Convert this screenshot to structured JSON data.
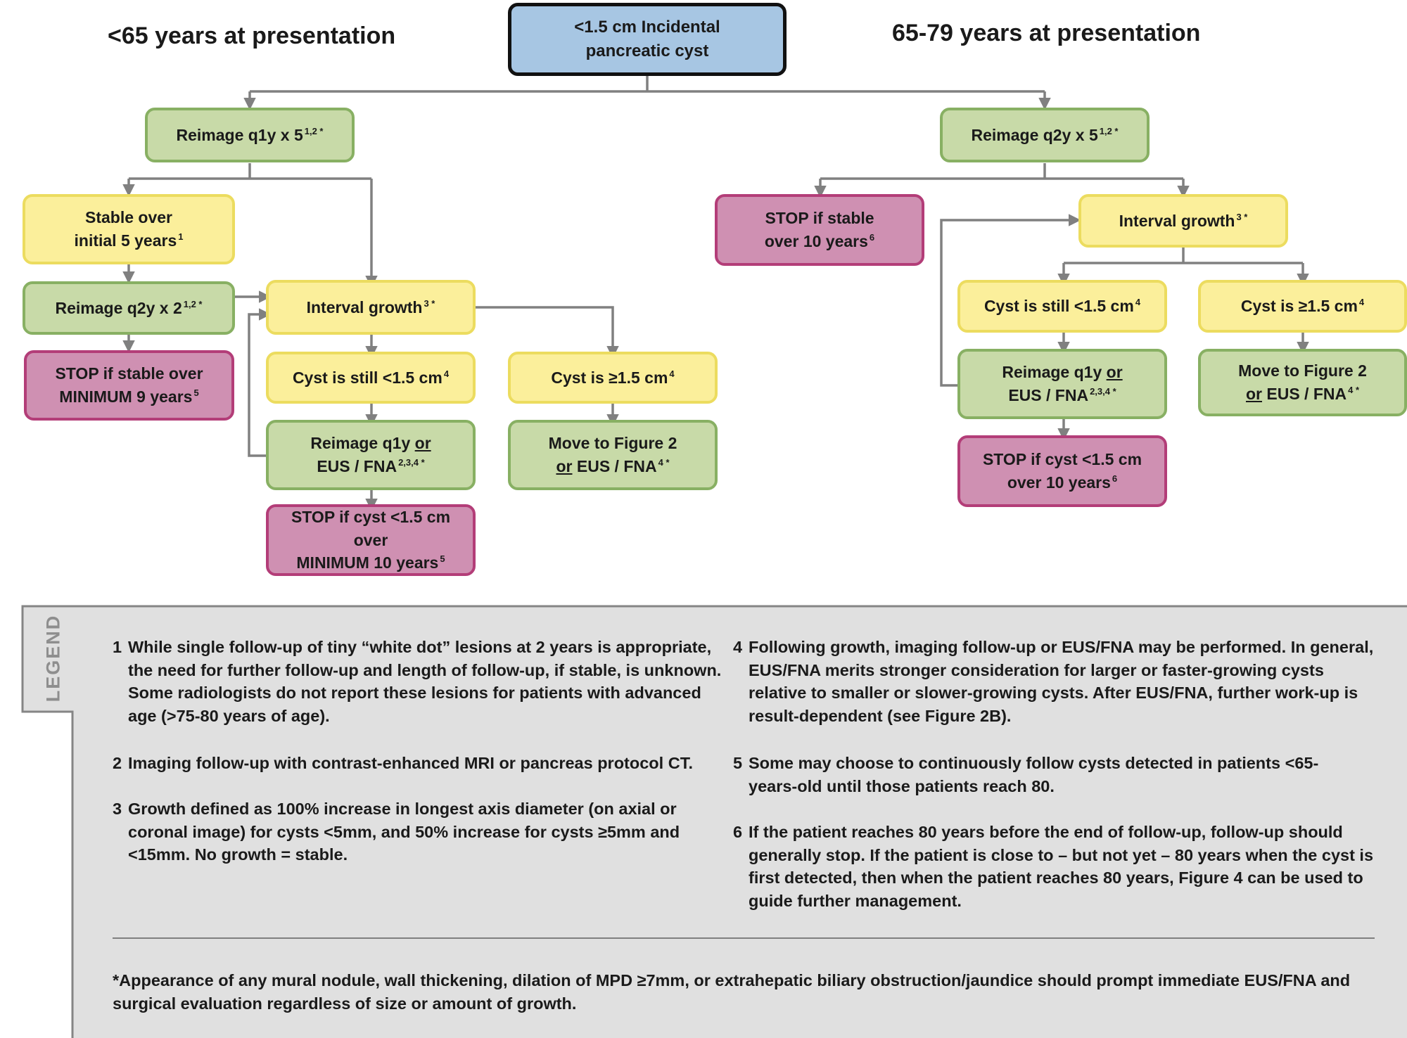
{
  "header": {
    "left_age": "<65 years at presentation",
    "right_age": "65-79 years at presentation"
  },
  "root": {
    "line1": "<1.5 cm Incidental",
    "line2": "pancreatic cyst"
  },
  "left": {
    "reimage_q1y": {
      "text": "Reimage q1y x 5",
      "sup": "1,2 *"
    },
    "stable_5": {
      "line1": "Stable over",
      "line2": "initial 5 years",
      "sup": "1"
    },
    "reimage_q2y": {
      "text": "Reimage q2y x 2",
      "sup": "1,2 *"
    },
    "stop_9": {
      "line1": "STOP if stable over",
      "line2": "MINIMUM 9 years",
      "sup": "5"
    },
    "interval_growth": {
      "text": "Interval growth",
      "sup": "3 *"
    },
    "still_small": {
      "text": "Cyst is still <1.5 cm",
      "sup": "4"
    },
    "large": {
      "text": "Cyst is ≥1.5 cm",
      "sup": "4"
    },
    "reimage_or_eus": {
      "line1_a": "Reimage q1y ",
      "line1_or": "or",
      "line2": "EUS / FNA",
      "sup": "2,3,4 *"
    },
    "move_fig2": {
      "line1": "Move to Figure 2",
      "line2_or": "or",
      "line2": " EUS / FNA",
      "sup": "4 *"
    },
    "stop_10": {
      "line1": "STOP if cyst <1.5 cm over",
      "line2": "MINIMUM 10 years",
      "sup": "5"
    }
  },
  "right": {
    "reimage_q2y": {
      "text": "Reimage q2y x 5",
      "sup": "1,2 *"
    },
    "stop_stable_10": {
      "line1": "STOP if stable",
      "line2": "over 10 years",
      "sup": "6"
    },
    "interval_growth": {
      "text": "Interval growth",
      "sup": "3 *"
    },
    "still_small": {
      "text": "Cyst is still <1.5 cm",
      "sup": "4"
    },
    "large": {
      "text": "Cyst is ≥1.5 cm",
      "sup": "4"
    },
    "reimage_or_eus": {
      "line1_a": "Reimage q1y ",
      "line1_or": "or",
      "line2": "EUS / FNA",
      "sup": "2,3,4 *"
    },
    "move_fig2": {
      "line1": "Move to Figure 2",
      "line2_or": "or",
      "line2": " EUS / FNA",
      "sup": "4 *"
    },
    "stop_cyst_10": {
      "line1": "STOP if cyst <1.5 cm",
      "line2": "over 10 years",
      "sup": "6"
    }
  },
  "legend": {
    "title": "LEGEND",
    "notes": [
      {
        "num": "1",
        "text": "While single follow-up of tiny “white dot” lesions at 2 years is appropriate, the need for further follow-up and length of follow-up, if stable, is unknown.  Some radiologists do not report these lesions for patients with advanced age (>75-80 years of age)."
      },
      {
        "num": "2",
        "text": "Imaging follow-up with contrast-enhanced MRI or pancreas protocol CT."
      },
      {
        "num": "3",
        "text": "Growth defined as 100% increase in longest axis diameter (on axial or coronal image) for cysts <5mm, and 50% increase for cysts ≥5mm and <15mm.  No growth = stable."
      },
      {
        "num": "4",
        "text": "Following growth, imaging follow-up or EUS/FNA may be performed.  In general, EUS/FNA merits stronger consideration for larger or faster-growing cysts relative to smaller or slower-growing cysts.  After EUS/FNA, further work-up is result-dependent (see Figure 2B)."
      },
      {
        "num": "5",
        "text": "Some may choose to continuously follow cysts detected in patients <65-years-old until those patients reach 80."
      },
      {
        "num": "6",
        "text": "If the patient reaches 80 years before the end of follow-up, follow-up should generally stop. If the patient is close to – but not yet – 80 years when the cyst is first detected, then when the patient reaches 80 years, Figure 4 can be used to guide further management."
      }
    ],
    "footnote": "*Appearance of any mural nodule, wall thickening, dilation of MPD ≥7mm, or extrahepatic biliary obstruction/jaundice should prompt immediate EUS/FNA and surgical evaluation regardless of size or amount of growth."
  },
  "colors": {
    "blue_fill": "#a7c6e3",
    "green_fill": "#c8daa8",
    "yellow_fill": "#fbef9b",
    "pink_fill": "#cf90b2",
    "legend_bg": "#e0e0e0",
    "connector": "#808080"
  }
}
